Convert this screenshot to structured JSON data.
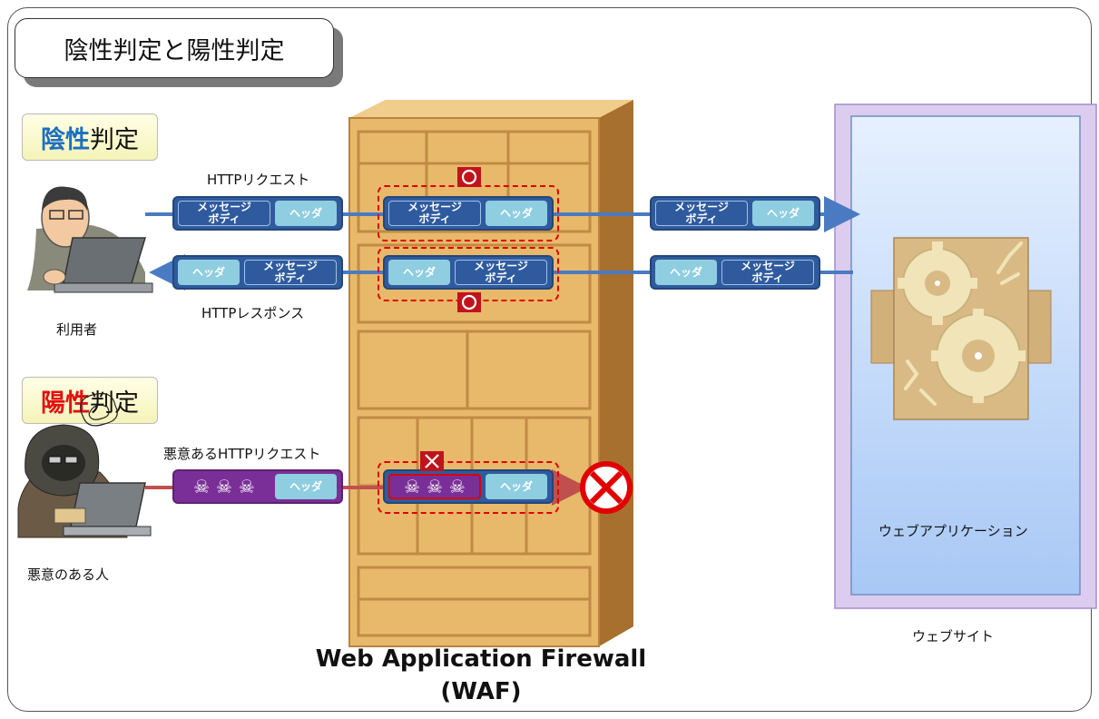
{
  "title": "陰性判定と陽性判定",
  "negative_badge": {
    "highlight": "陰性",
    "rest": "判定",
    "color": "#1e6fc0"
  },
  "positive_badge": {
    "highlight": "陽性",
    "rest": "判定",
    "color": "#e01010"
  },
  "labels": {
    "http_request": "HTTPリクエスト",
    "http_response": "HTTPレスポンス",
    "malicious_request": "悪意あるHTTPリクエスト",
    "user": "利用者",
    "malicious_person": "悪意のある人",
    "web_application": "ウェブアプリケーション",
    "website": "ウェブサイト",
    "waf_name": "Web Application Firewall",
    "waf_abbr": "(WAF)"
  },
  "packet": {
    "body": "メッセージ\nボディ",
    "header": "ヘッダ"
  },
  "marks": {
    "ok": "○",
    "ng": "×"
  },
  "colors": {
    "packet": "#2f5b9e",
    "header": "#8fcde0",
    "malicious": "#7a2f98",
    "alert": "#e00000",
    "building": "#e8b96a"
  }
}
